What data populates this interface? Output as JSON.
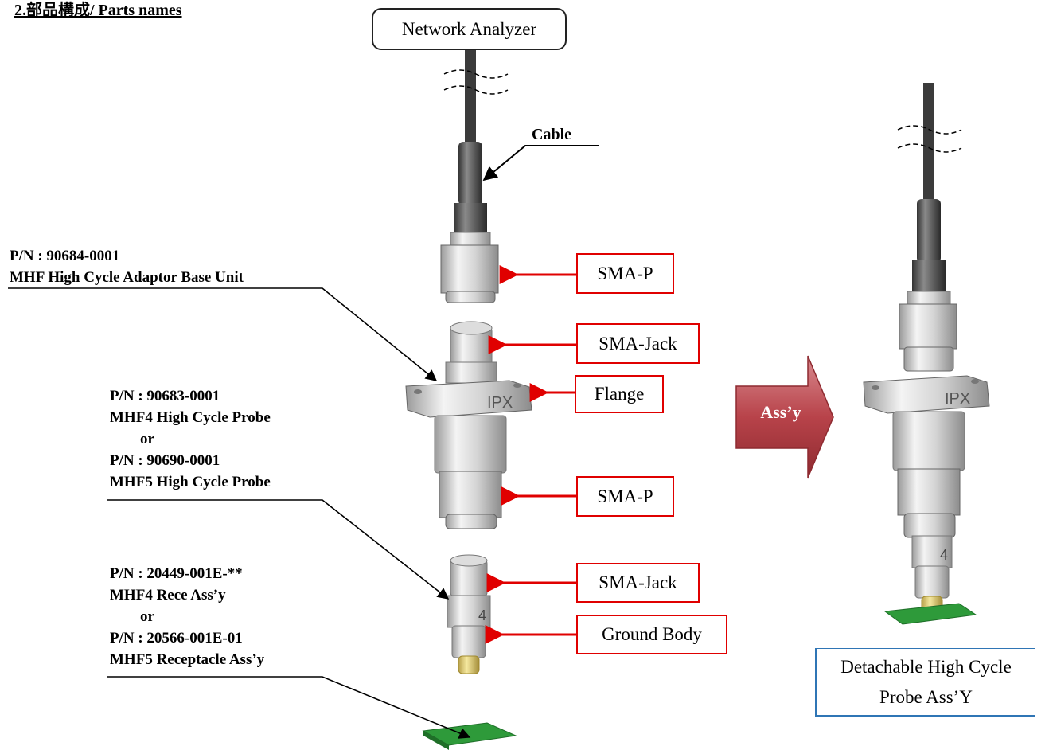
{
  "heading": "2.部品構成/ Parts names",
  "top_box": "Network Analyzer",
  "cable_label": "Cable",
  "callouts": {
    "sma_p_top": "SMA-P",
    "sma_jack_top": "SMA-Jack",
    "flange": "Flange",
    "sma_p_mid": "SMA-P",
    "sma_jack_bottom": "SMA-Jack",
    "ground_body": "Ground Body"
  },
  "part_labels": {
    "base_unit": [
      "P/N : 90684-0001",
      "MHF High Cycle Adaptor Base Unit"
    ],
    "probe": [
      "P/N : 90683-0001",
      "MHF4 High Cycle Probe",
      "or",
      "P/N : 90690-0001",
      "MHF5 High Cycle Probe"
    ],
    "receptacle": [
      "P/N : 20449-001E-**",
      "MHF4 Rece Ass’y",
      "or",
      "P/N : 20566-001E-01",
      "MHF5 Receptacle Ass’y"
    ]
  },
  "assy_arrow": "Ass’y",
  "flange_marking": "IPX",
  "probe_marking": "4",
  "result_box": [
    "Detachable High Cycle",
    "Probe Ass’Y"
  ],
  "colors": {
    "callout_red": "#e00000",
    "arrow_fill": "#b8434a",
    "result_border": "#2f75b5",
    "pcb_green": "#2e9a3a"
  }
}
